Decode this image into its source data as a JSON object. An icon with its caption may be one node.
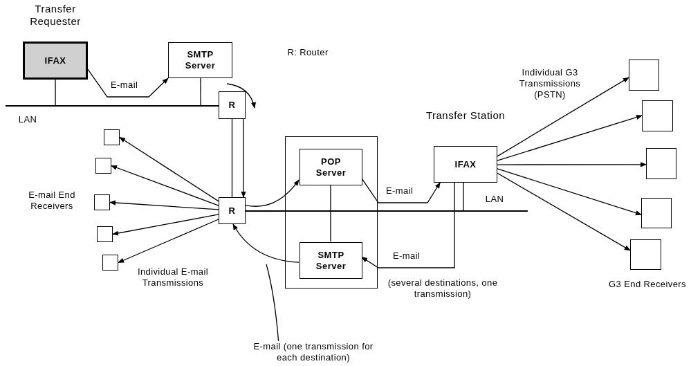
{
  "diagram": {
    "nodes": [
      {
        "text": [
          "Transfer Requester",
          "IFAX"
        ]
      },
      {
        "text": [
          "SMTP Server"
        ]
      },
      {
        "text": [
          "R"
        ]
      },
      {
        "text": [
          "R"
        ]
      },
      {
        "text": [],
        "shape": "box"
      },
      {
        "text": [],
        "shape": "box"
      },
      {
        "text": [],
        "shape": "box"
      },
      {
        "text": [],
        "shape": "box"
      },
      {
        "text": [],
        "shape": "box"
      },
      {
        "text": [],
        "shape": "box"
      },
      {
        "text": [
          "POP Server"
        ],
        "in": 9
      },
      {
        "text": [
          "SMTP Server"
        ],
        "in": 9
      },
      {
        "text": [
          "Transfer Station",
          "IFAX"
        ]
      },
      {
        "text": [],
        "shape": "box"
      },
      {
        "text": [],
        "shape": "box"
      },
      {
        "text": [],
        "shape": "box"
      },
      {
        "text": [],
        "shape": "box"
      },
      {
        "text": [],
        "shape": "box"
      },
      {
        "text": [
          "E-mail (one transmission for each destination)"
        ]
      },
      {
        "text": [],
        "shape": "bar",
        "beside": [
          "LAN"
        ]
      },
      {
        "text": [],
        "shape": "bar",
        "beside": [
          "LAN"
        ]
      }
    ],
    "edges": [
      {
        "from": 0,
        "to": 1,
        "arrow": "to",
        "label": "E-mail"
      },
      {
        "from": 2,
        "to": 3,
        "arrow": "none"
      },
      {
        "from": 2,
        "to": 3,
        "arrow": "to"
      },
      {
        "from": 3,
        "to": 4,
        "arrow": "to"
      },
      {
        "from": 3,
        "to": 5,
        "arrow": "to"
      },
      {
        "from": 3,
        "to": 6,
        "arrow": "to"
      },
      {
        "from": 3,
        "to": 7,
        "arrow": "to"
      },
      {
        "from": 3,
        "to": 8,
        "arrow": "to"
      },
      {
        "from": 3,
        "to": 10,
        "arrow": "to"
      },
      {
        "from": 10,
        "to": 11,
        "arrow": "none"
      },
      {
        "from": 10,
        "to": 12,
        "arrow": "to",
        "label": "E-mail"
      },
      {
        "from": 12,
        "to": 11,
        "arrow": "to",
        "label": "E-mail"
      },
      {
        "from": 11,
        "to": 3,
        "arrow": "to"
      },
      {
        "from": 12,
        "to": 13,
        "arrow": "to"
      },
      {
        "from": 12,
        "to": 14,
        "arrow": "to"
      },
      {
        "from": 12,
        "to": 15,
        "arrow": "to"
      },
      {
        "from": 12,
        "to": 16,
        "arrow": "to"
      },
      {
        "from": 12,
        "to": 17,
        "arrow": "to"
      },
      {
        "from": 18,
        "to": null,
        "arrow": "none"
      },
      {
        "from": 0,
        "to": 19,
        "arrow": "none"
      },
      {
        "from": 1,
        "to": 19,
        "arrow": "none"
      },
      {
        "from": 12,
        "to": 20,
        "arrow": "none"
      }
    ],
    "labels": [
      "R: Router",
      "Individual G3 Transmissions (PSTN)",
      "E-mail End Receivers",
      "Individual E-mail Transmissions",
      "(several destinations, one transmission)",
      "G3 End Receivers"
    ]
  }
}
